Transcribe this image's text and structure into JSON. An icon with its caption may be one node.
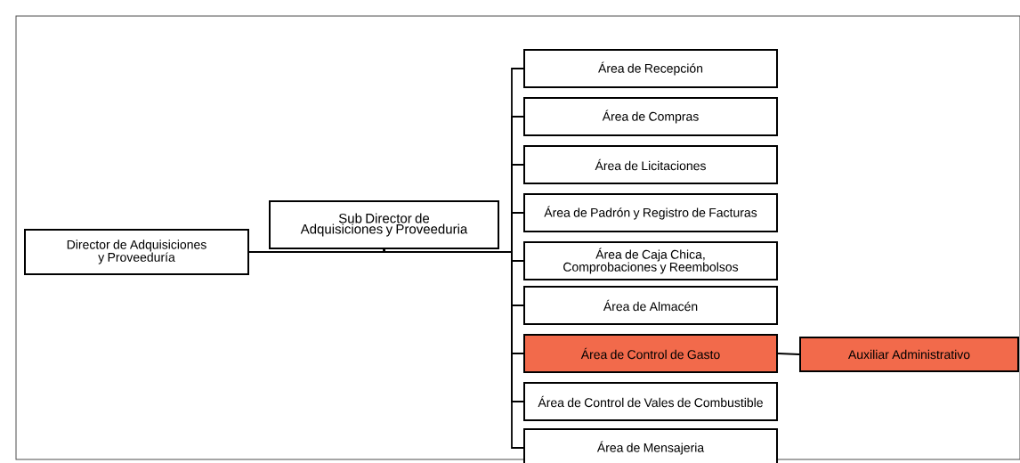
{
  "diagram": {
    "nodes": [
      {
        "text": [
          "Director de Adquisiciones y Proveeduría"
        ]
      },
      {
        "text": [
          "Sub Director de Adquisiciones y Proveeduria"
        ]
      },
      {
        "text": [
          "Área de Recepción"
        ]
      },
      {
        "text": [
          "Área de Compras"
        ]
      },
      {
        "text": [
          "Área de Licitaciones"
        ]
      },
      {
        "text": [
          "Área de Padrón y Registro de Facturas"
        ]
      },
      {
        "text": [
          "Área de Caja Chica, Comprobaciones y Reembolsos"
        ]
      },
      {
        "text": [
          "Área de Almacén"
        ]
      },
      {
        "text": [
          "Área de Control de Gasto"
        ]
      },
      {
        "text": [
          "Área de Control de Vales de Combustible"
        ]
      },
      {
        "text": [
          "Área de Mensajeria"
        ]
      },
      {
        "text": [
          "Auxiliar Administrativo"
        ]
      }
    ],
    "edges": [
      {
        "from": 0,
        "to": 1,
        "arrow": "none"
      },
      {
        "from": 1,
        "to": 2,
        "arrow": "none"
      },
      {
        "from": 1,
        "to": 3,
        "arrow": "none"
      },
      {
        "from": 1,
        "to": 4,
        "arrow": "none"
      },
      {
        "from": 1,
        "to": 5,
        "arrow": "none"
      },
      {
        "from": 1,
        "to": 6,
        "arrow": "none"
      },
      {
        "from": 1,
        "to": 7,
        "arrow": "none"
      },
      {
        "from": 1,
        "to": 8,
        "arrow": "none"
      },
      {
        "from": 1,
        "to": 9,
        "arrow": "none"
      },
      {
        "from": 1,
        "to": 10,
        "arrow": "none"
      },
      {
        "from": 8,
        "to": 11,
        "arrow": "none"
      }
    ]
  }
}
